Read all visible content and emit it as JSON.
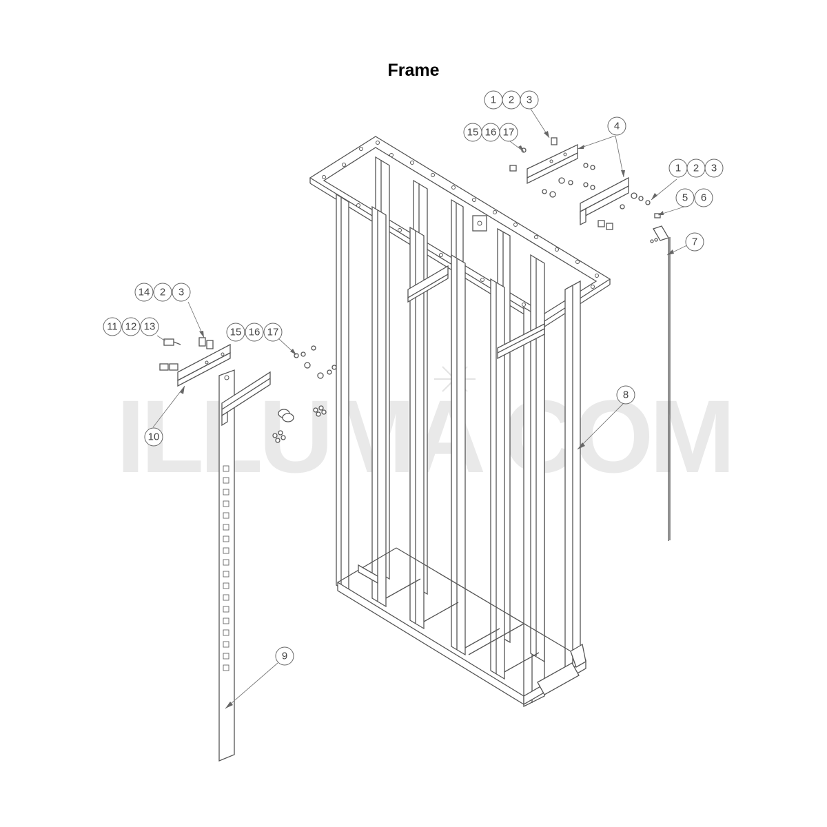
{
  "title": "Frame",
  "watermark": "ILLUMA COM",
  "callouts": [
    {
      "id": "c123-top",
      "labels": [
        "1",
        "2",
        "3"
      ]
    },
    {
      "id": "c151617-top",
      "labels": [
        "15",
        "16",
        "17"
      ]
    },
    {
      "id": "c4",
      "labels": [
        "4"
      ]
    },
    {
      "id": "c123-right",
      "labels": [
        "1",
        "2",
        "3"
      ]
    },
    {
      "id": "c56",
      "labels": [
        "5",
        "6"
      ]
    },
    {
      "id": "c7",
      "labels": [
        "7"
      ]
    },
    {
      "id": "c1423",
      "labels": [
        "14",
        "2",
        "3"
      ]
    },
    {
      "id": "c111213",
      "labels": [
        "11",
        "12",
        "13"
      ]
    },
    {
      "id": "c151617-left",
      "labels": [
        "15",
        "16",
        "17"
      ]
    },
    {
      "id": "c10",
      "labels": [
        "10"
      ]
    },
    {
      "id": "c8",
      "labels": [
        "8"
      ]
    },
    {
      "id": "c9",
      "labels": [
        "9"
      ]
    }
  ]
}
